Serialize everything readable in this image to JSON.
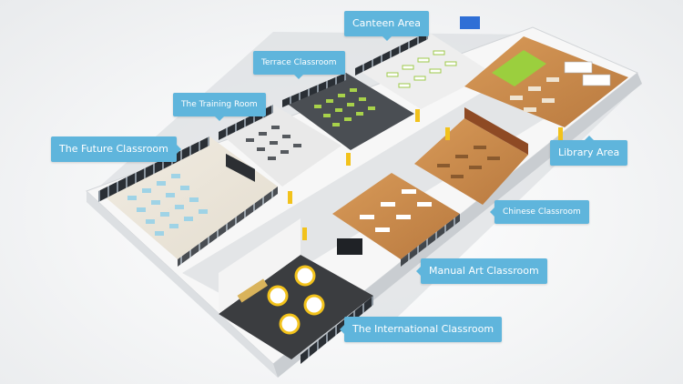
{
  "labels": {
    "canteen": "Canteen Area",
    "terrace": "Terrace Classroom",
    "training": "The Training Room",
    "future": "The Future Classroom",
    "library": "Library Area",
    "chinese": "Chinese Classroom",
    "manual": "Manual Art Classroom",
    "international": "The International Classroom"
  },
  "colors": {
    "callout": "#5fb5dc",
    "wall": "#ffffff",
    "floor_light": "#ece7dd",
    "floor_wood": "#c98a4c",
    "floor_dark": "#3b3d40",
    "corridor": "#e3e5e7",
    "glass": "#2a2f35",
    "door": "#f2c21b"
  }
}
